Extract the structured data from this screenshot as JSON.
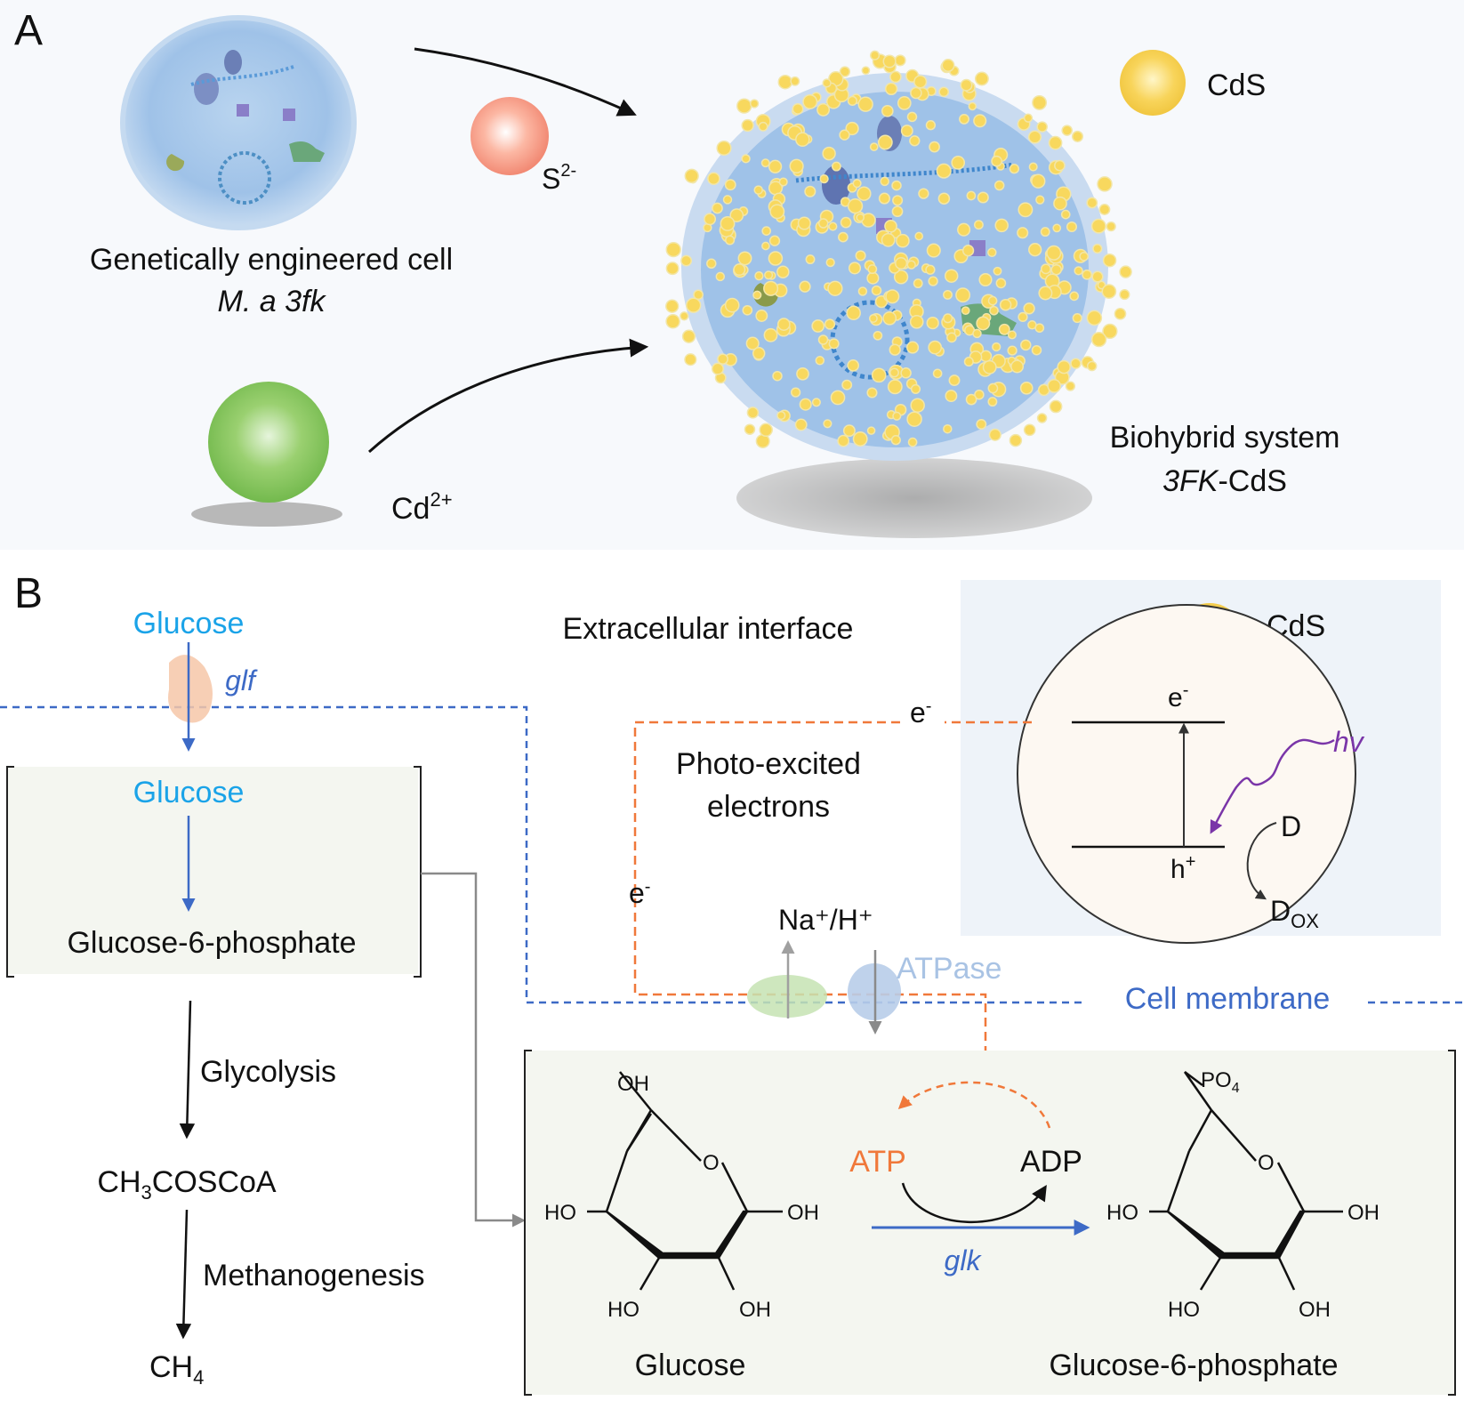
{
  "panel_a": {
    "label": "A",
    "cell_caption_line1": "Genetically engineered cell",
    "cell_caption_line2": "M. a 3fk",
    "sulfide_base": "S",
    "sulfide_sup": "2-",
    "cadmium_base": "Cd",
    "cadmium_sup": "2+",
    "cds_legend": "CdS",
    "hybrid_caption_line1": "Biohybrid system",
    "hybrid_caption_line2_italic": "3FK",
    "hybrid_caption_line2_rest": "-CdS"
  },
  "panel_b": {
    "label": "B",
    "glucose_outside": "Glucose",
    "glf": "glf",
    "glucose_inside": "Glucose",
    "g6p_left": "Glucose-6-phosphate",
    "glycolysis": "Glycolysis",
    "acetyl_a": "CH",
    "acetyl_sub1": "3",
    "acetyl_b": "COSCoA",
    "methanogenesis": "Methanogenesis",
    "methane": "CH",
    "methane_sub": "4",
    "extracellular": "Extracellular interface",
    "cds": "CdS",
    "e_minus_base": "e",
    "e_minus_sup": "-",
    "h_plus_base": "h",
    "h_plus_sup": "+",
    "hv": "hv",
    "donor": "D",
    "donor_ox_base": "D",
    "donor_ox_sub": "OX",
    "photo_line1": "Photo-excited",
    "photo_line2": "electrons",
    "na_h": "Na⁺/H⁺",
    "atpase": "ATPase",
    "cell_membrane": "Cell membrane",
    "atp": "ATP",
    "adp": "ADP",
    "glk": "glk",
    "glucose_bottom": "Glucose",
    "g6p_bottom": "Glucose-6-phosphate",
    "oh": "OH",
    "ho": "HO",
    "o": "O",
    "po4_base": "PO",
    "po4_sub": "4"
  },
  "colors": {
    "glucose_blue": "#1aa3e8",
    "pathway_blue": "#3d6ac6",
    "electron_orange": "#f0783a",
    "hv_purple": "#7a35a8",
    "membrane_blue": "#3d6ac6",
    "cds_yellow": "#f7d25a"
  }
}
